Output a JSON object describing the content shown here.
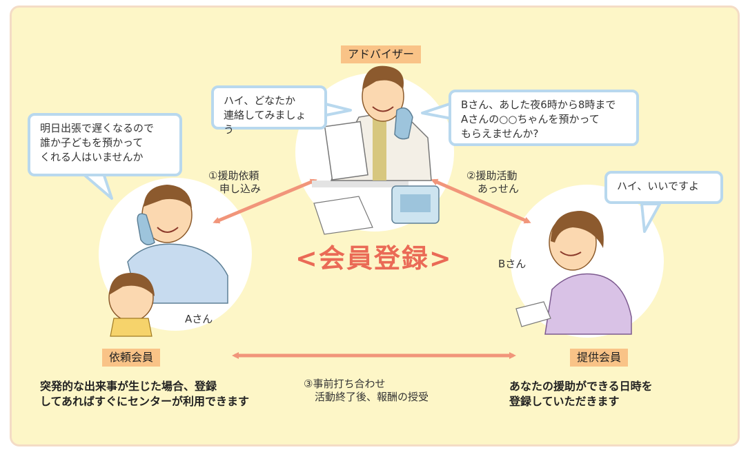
{
  "roles": {
    "adviser": "アドバイザー",
    "requester": "依頼会員",
    "provider": "提供会員"
  },
  "bubbles": {
    "adviser_left": [
      "ハイ、どなたか",
      "連絡してみましょう"
    ],
    "adviser_right": [
      "Bさん、あした夜6時から8時まで",
      "Aさんの○○ちゃんを預かって",
      "もらえませんか?"
    ],
    "requester": [
      "明日出張で遅くなるので",
      "誰か子どもを預かって",
      "くれる人はいませんか"
    ],
    "provider": [
      "ハイ、いいですよ"
    ]
  },
  "arrows": {
    "request": [
      "①援助依頼",
      "申し込み"
    ],
    "activity": [
      "②援助活動",
      "あっせん"
    ],
    "meeting": [
      "③事前打ち合わせ",
      "活動終了後、報酬の授受"
    ]
  },
  "center_title": "<会員登録>",
  "person_labels": {
    "a": "Aさん",
    "b": "Bさん"
  },
  "descriptions": {
    "requester": [
      "突発的な出来事が生じた場合、登録",
      "してあればすぐにセンターが利用できます"
    ],
    "provider": [
      "あなたの援助ができる日時を",
      "登録していただきます"
    ]
  },
  "colors": {
    "background": "#fdf6c7",
    "arrow": "#f1957a",
    "tag": "#f9c387",
    "bubble_border": "#b8d8ee",
    "title": "#ea6a56"
  }
}
